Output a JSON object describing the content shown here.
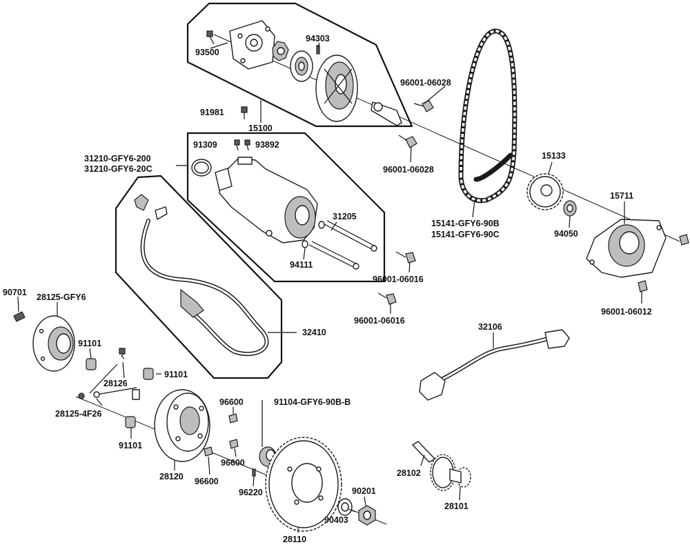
{
  "parts": [
    {
      "id": "p93500",
      "number": "93500"
    },
    {
      "id": "p94303",
      "number": "94303"
    },
    {
      "id": "p96001_06028_a",
      "number": "96001-06028"
    },
    {
      "id": "p91981",
      "number": "91981"
    },
    {
      "id": "p15100",
      "number": "15100"
    },
    {
      "id": "p96001_06028_b",
      "number": "96001-06028"
    },
    {
      "id": "p91309",
      "number": "91309"
    },
    {
      "id": "p93892",
      "number": "93892"
    },
    {
      "id": "p31210_200",
      "number": "31210-GFY6-200"
    },
    {
      "id": "p31210_20c",
      "number": "31210-GFY6-20C"
    },
    {
      "id": "p31205",
      "number": "31205"
    },
    {
      "id": "p94111",
      "number": "94111"
    },
    {
      "id": "p15133",
      "number": "15133"
    },
    {
      "id": "p15711",
      "number": "15711"
    },
    {
      "id": "p15141_90b",
      "number": "15141-GFY6-90B"
    },
    {
      "id": "p15141_90c",
      "number": "15141-GFY6-90C"
    },
    {
      "id": "p94050",
      "number": "94050"
    },
    {
      "id": "p96001_06016_a",
      "number": "96001-06016"
    },
    {
      "id": "p96001_06016_b",
      "number": "96001-06016"
    },
    {
      "id": "p96001_06012",
      "number": "96001-06012"
    },
    {
      "id": "p90701",
      "number": "90701"
    },
    {
      "id": "p28125_gfy6",
      "number": "28125-GFY6"
    },
    {
      "id": "p32410",
      "number": "32410"
    },
    {
      "id": "p91101_a",
      "number": "91101"
    },
    {
      "id": "p91101_b",
      "number": "91101"
    },
    {
      "id": "p91101_c",
      "number": "91101"
    },
    {
      "id": "p28126",
      "number": "28126"
    },
    {
      "id": "p28125_4f26",
      "number": "28125-4F26"
    },
    {
      "id": "p32106",
      "number": "32106"
    },
    {
      "id": "p96600_a",
      "number": "96600"
    },
    {
      "id": "p96600_b",
      "number": "96600"
    },
    {
      "id": "p96600_c",
      "number": "96600"
    },
    {
      "id": "p91104",
      "number": "91104-GFY6-90B-B"
    },
    {
      "id": "p28120",
      "number": "28120"
    },
    {
      "id": "p96220",
      "number": "96220"
    },
    {
      "id": "p28102",
      "number": "28102"
    },
    {
      "id": "p28101",
      "number": "28101"
    },
    {
      "id": "p90201",
      "number": "90201"
    },
    {
      "id": "p90403",
      "number": "90403"
    },
    {
      "id": "p28110",
      "number": "28110"
    }
  ]
}
